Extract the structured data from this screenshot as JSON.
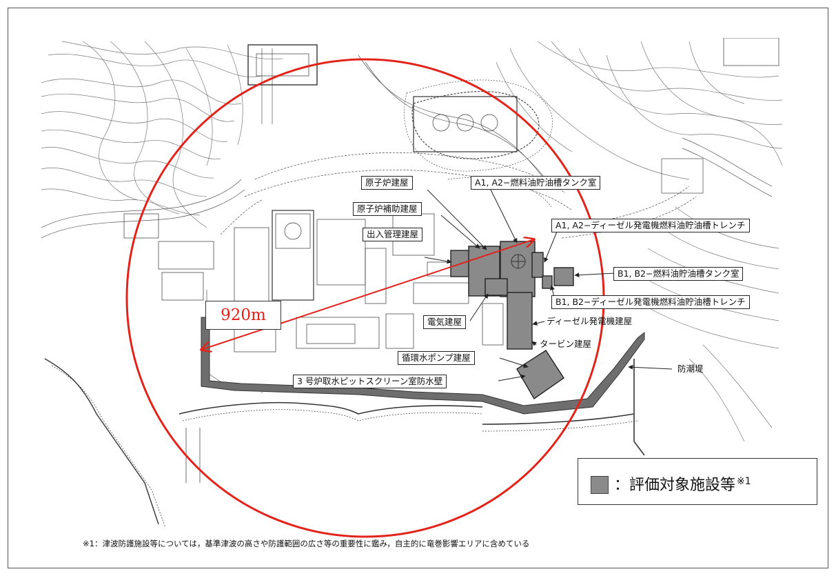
{
  "labels": {
    "reactor_building": "原子炉建屋",
    "a_tank_room": "A1, A2−燃料油貯油槽タンク室",
    "reactor_aux_building": "原子炉補助建屋",
    "a_trench": "A1, A2−ディーゼル発電機燃料油貯油槽トレンチ",
    "access_control_building": "出入管理建屋",
    "b_tank_room": "B1, B2−燃料油貯油槽タンク室",
    "b_trench": "B1, B2−ディーゼル発電機燃料油貯油槽トレンチ",
    "electrical_building": "電気建屋",
    "diesel_building": "ディーゼル発電機建屋",
    "turbine_building": "タービン建屋",
    "circ_pump_building": "循環水ポンプ建屋",
    "seawall": "防潮堤",
    "intake_pit_wall": "3 号炉取水ピットスクリーン室防水壁"
  },
  "distance": "920m",
  "legend": {
    "text": "：評価対象施設等",
    "superscript": "※1"
  },
  "footnote": "※1：津波防護施設等については，基準津波の高さや防護範囲の広さ等の重要性に鑑み，自主的に竜巻影響エリアに含めている",
  "colors": {
    "circle": "#e2231a",
    "facility": "#8a8a8a",
    "seawall": "#6e6e6e"
  }
}
